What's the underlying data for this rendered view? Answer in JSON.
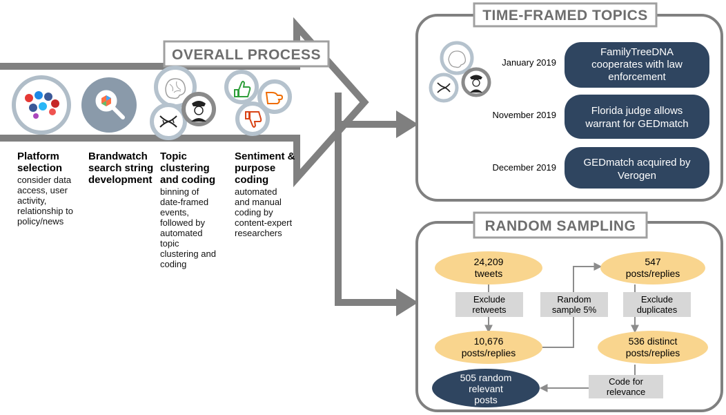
{
  "overall_process": {
    "banner": "OVERALL PROCESS",
    "steps": [
      {
        "heading": [
          "Platform",
          "selection"
        ],
        "desc": [
          "consider data",
          "access, user",
          "activity,",
          "relationship to",
          "policy/news"
        ]
      },
      {
        "heading": [
          "Brandwatch",
          "search string",
          "development"
        ],
        "desc": []
      },
      {
        "heading": [
          "Topic",
          "clustering",
          "and coding"
        ],
        "desc": [
          "binning of",
          "date-framed",
          "events,",
          "followed by",
          "automated",
          "topic",
          "clustering and",
          "coding"
        ]
      },
      {
        "heading": [
          "Sentiment &",
          "purpose",
          "coding"
        ],
        "desc": [
          "automated",
          "and manual",
          "coding by",
          "content-expert",
          "researchers"
        ]
      }
    ]
  },
  "time_framed": {
    "banner": "TIME-FRAMED TOPICS",
    "events": [
      {
        "date": "January 2019",
        "lines": [
          "FamilyTreeDNA",
          "cooperates with law",
          "enforcement"
        ]
      },
      {
        "date": "November 2019",
        "lines": [
          "Florida judge allows",
          "warrant for GEDmatch"
        ]
      },
      {
        "date": "December 2019",
        "lines": [
          "GEDmatch acquired by",
          "Verogen"
        ]
      }
    ]
  },
  "random_sampling": {
    "banner": "RANDOM SAMPLING",
    "ovals": {
      "tweets": [
        "24,209",
        "tweets"
      ],
      "posts_10676": [
        "10,676",
        "posts/replies"
      ],
      "posts_547": [
        "547",
        "posts/replies"
      ],
      "distinct_536": [
        "536 distinct",
        "posts/replies"
      ],
      "final_505": [
        "505 random",
        "relevant",
        "posts"
      ]
    },
    "boxes": {
      "exclude_retweets": [
        "Exclude",
        "retweets"
      ],
      "random_sample": [
        "Random",
        "sample 5%"
      ],
      "exclude_duplicates": [
        "Exclude",
        "duplicates"
      ],
      "code_relevance": [
        "Code for",
        "relevance"
      ]
    }
  },
  "colors": {
    "navy": "#2f4560",
    "peach": "#f9d58e",
    "gray_box": "#d7d7d7",
    "border_gray": "#808080",
    "arrow_gray": "#7f7f7f"
  },
  "icons": [
    "social-media-icon",
    "brandwatch-magnifier-icon",
    "brain-icon",
    "dna-icon",
    "police-officer-icon",
    "thumbs-up-icon",
    "thumbs-sideways-icon",
    "thumbs-down-icon"
  ]
}
